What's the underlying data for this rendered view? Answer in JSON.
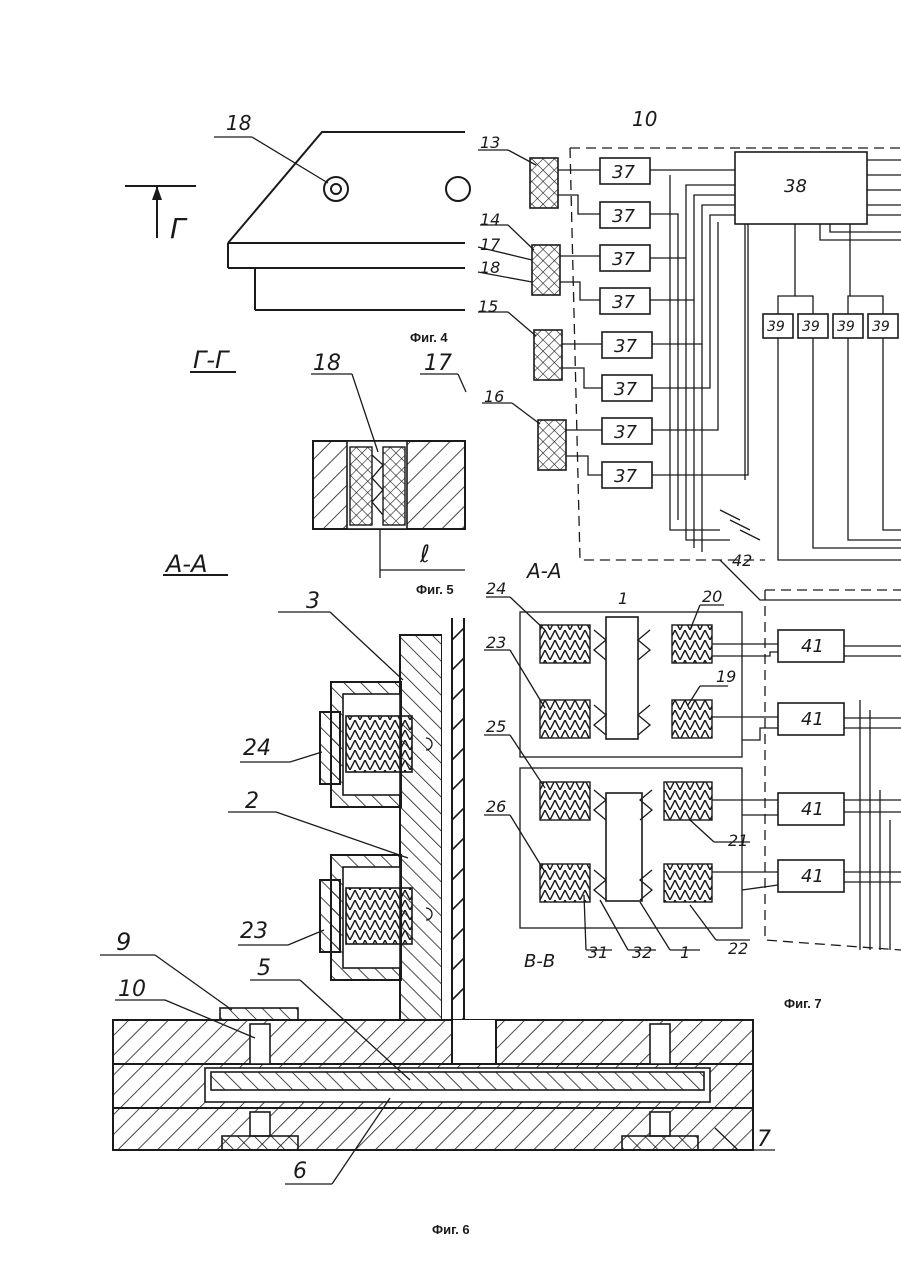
{
  "captions": {
    "fig4": "Фиг. 4",
    "fig5": "Фиг. 5",
    "fig6": "Фиг. 6",
    "fig7": "Фиг. 7"
  },
  "section_labels": {
    "arrow_g": "Г",
    "g_g": "Г-Г",
    "a_a_left": "А-А",
    "a_a_right": "А-А",
    "b_b": "В-В",
    "length_l": "ℓ"
  },
  "numbers": {
    "n18a": "18",
    "n10top": "10",
    "n13": "13",
    "n14": "14",
    "n17a": "17",
    "n18b": "18",
    "n15": "15",
    "n16": "16",
    "n18c": "18",
    "n17b": "17",
    "n3": "3",
    "n24a": "24",
    "n2": "2",
    "n23a": "23",
    "n9": "9",
    "n10b": "10",
    "n5": "5",
    "n6": "6",
    "n7": "7",
    "n42": "42",
    "n24b": "24",
    "n1a": "1",
    "n20": "20",
    "n23b": "23",
    "n19": "19",
    "n25": "25",
    "n26": "26",
    "n21": "21",
    "n31": "31",
    "n32": "32",
    "n1b": "1",
    "n22": "22"
  },
  "blocks": {
    "b37": "37",
    "b38": "38",
    "b39": "39",
    "b41": "41"
  }
}
